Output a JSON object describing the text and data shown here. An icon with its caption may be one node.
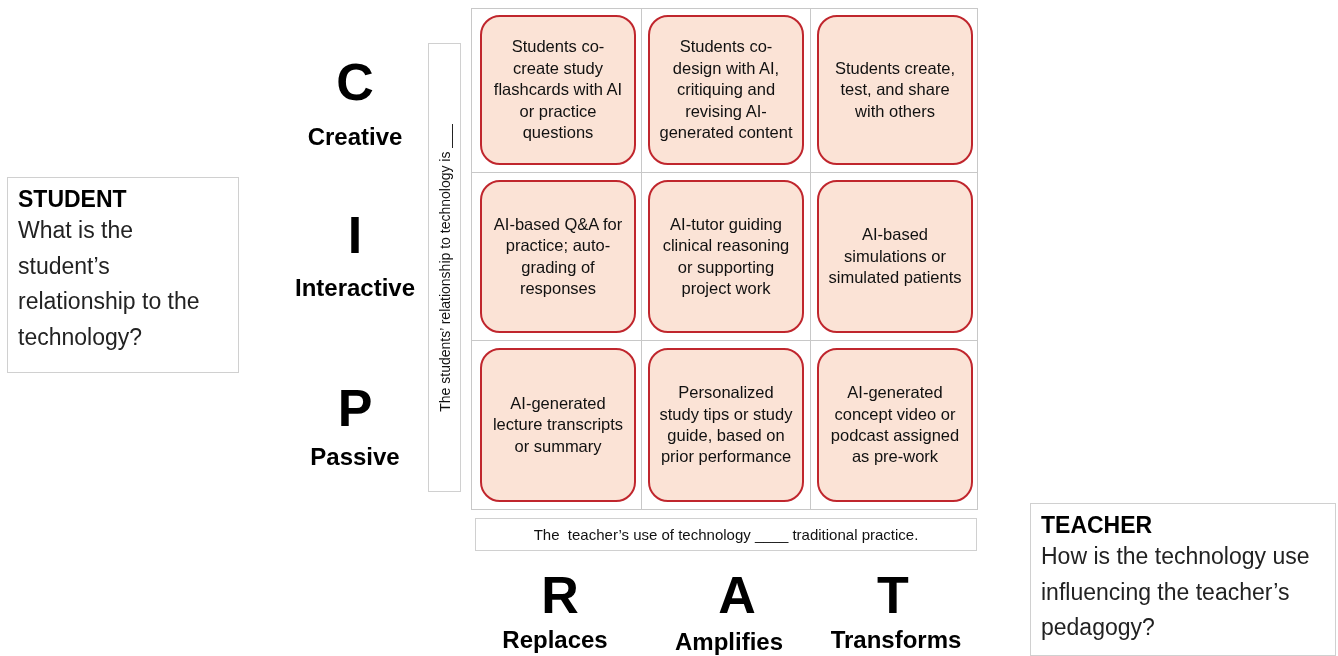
{
  "diagram": {
    "nodes": [
      {
        "text": [
          "The students’ relationship to technology is ___"
        ]
      },
      {
        "text": [
          "Students co-create study flashcards with AI or practice questions"
        ]
      },
      {
        "text": [
          "Students co-design with AI, critiquing and revising AI-generated content"
        ]
      },
      {
        "text": [
          "Students create, test, and share with others"
        ]
      },
      {
        "text": [
          "AI-based Q&A for practice; auto-grading of responses"
        ]
      },
      {
        "text": [
          "AI-tutor guiding clinical reasoning or supporting project work"
        ]
      },
      {
        "text": [
          "AI-based simulations or simulated patients"
        ]
      },
      {
        "text": [
          "AI-generated lecture transcripts or summary"
        ]
      },
      {
        "text": [
          "Personalized study tips or study guide, based on prior performance"
        ]
      },
      {
        "text": [
          "AI-generated concept video or podcast assigned as pre-work"
        ]
      },
      {
        "text": [
          "STUDENT",
          "What is the student’s relationship to the technology?"
        ]
      },
      {
        "text": [
          "The  teacher’s use of technology ____ traditional practice."
        ]
      },
      {
        "text": [
          "TEACHER",
          "How is the technology use influencing the teacher’s pedagogy?"
        ]
      }
    ],
    "labels": [
      "C",
      "Creative",
      "I",
      "Interactive",
      "P",
      "Passive",
      "R",
      "A",
      "T",
      "Replaces",
      "Amplifies",
      "Transforms"
    ]
  }
}
